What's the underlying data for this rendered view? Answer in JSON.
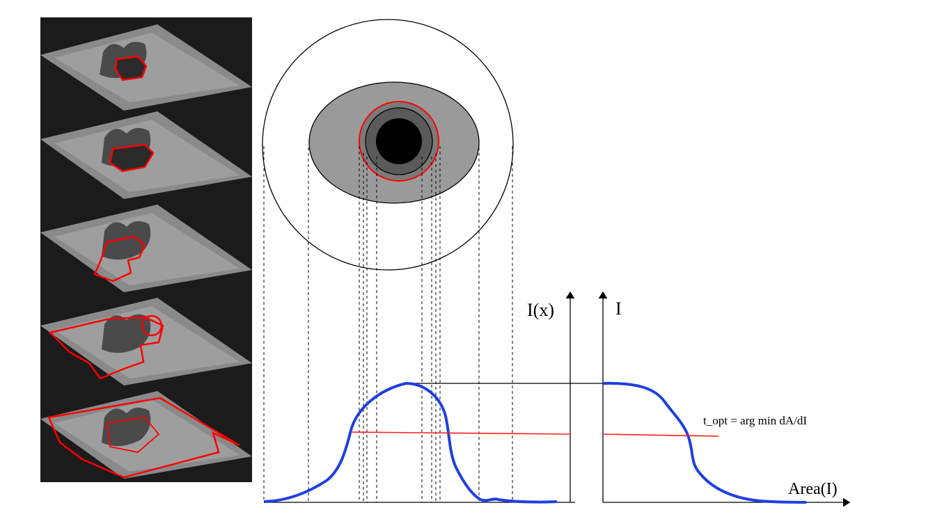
{
  "labels": {
    "profile_axis": "I(x)",
    "intensity_axis": "I",
    "area_axis": "Area(I)",
    "threshold_formula": "t_opt = arg min dA/dI"
  },
  "colors": {
    "background": "#ffffff",
    "photo_bg": "#1b1b1b",
    "paper": "#8a8a8a",
    "region_outline": "#ff0000",
    "curve": "#1f3fe0",
    "threshold_line": "#ff2020",
    "outer_circle": "#000000",
    "mid_ellipse": "#9a9a9a",
    "inner_ring": "#5a5a5a",
    "core": "#000000"
  },
  "thumbnails": [
    {
      "name": "region-step-1"
    },
    {
      "name": "region-step-2"
    },
    {
      "name": "region-step-3"
    },
    {
      "name": "region-step-4"
    },
    {
      "name": "region-step-5"
    }
  ]
}
